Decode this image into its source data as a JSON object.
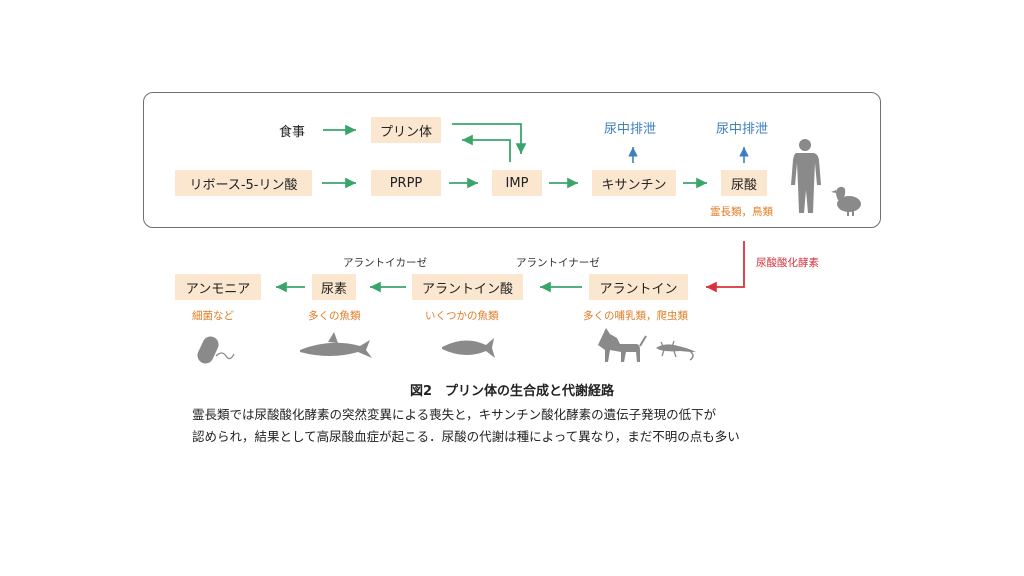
{
  "diagram": {
    "top_row": {
      "food": "食事",
      "purine": "プリン体",
      "ribose": "リボース-5-リン酸",
      "prpp": "PRPP",
      "imp": "IMP",
      "xanthine": "キサンチン",
      "uric_acid": "尿酸",
      "urinary_excretion_1": "尿中排泄",
      "urinary_excretion_2": "尿中排泄",
      "uric_acid_species": "霊長類，鳥類"
    },
    "uricase_label": "尿酸酸化酵素",
    "bottom_row": {
      "ammonia": "アンモニア",
      "urea": "尿素",
      "allantoic_acid": "アラントイン酸",
      "allantoin": "アラントイン",
      "allantoicase": "アラントイカーゼ",
      "allantoinase": "アラントイナーゼ",
      "ammonia_species": "細菌など",
      "urea_species": "多くの魚類",
      "allantoic_species": "いくつかの魚類",
      "allantoin_species": "多くの哺乳類，爬虫類"
    },
    "icons": [
      "human-icon",
      "bird-icon",
      "bacteria-icon",
      "shark-icon",
      "fish-icon",
      "dog-icon",
      "lizard-icon"
    ],
    "colors": {
      "node_fill": "#fbe6cf",
      "green_arrow": "#3aa56b",
      "blue_arrow": "#3d7fc1",
      "red_arrow": "#d8333b",
      "species_text": "#e27b22",
      "silhouette": "#8a8a8a"
    }
  },
  "caption": {
    "title": "図2　プリン体の生合成と代謝経路",
    "line1": "霊長類では尿酸酸化酵素の突然変異による喪失と，キサンチン酸化酵素の遺伝子発現の低下が",
    "line2": "認められ，結果として高尿酸血症が起こる．尿酸の代謝は種によって異なり，まだ不明の点も多い"
  }
}
